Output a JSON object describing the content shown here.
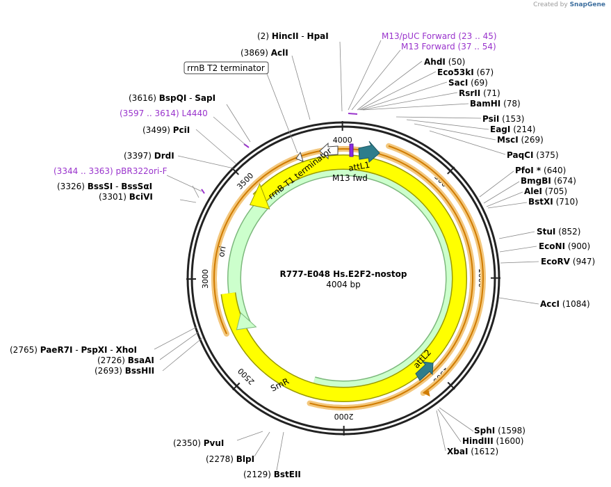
{
  "credit": {
    "prefix": "Created by",
    "brand": "SnapGene"
  },
  "map": {
    "title": "R777-E048 Hs.E2F2-nostop",
    "length_label": "4004 bp",
    "total_bp": 4004
  },
  "ticks": [
    "500",
    "1000",
    "1500",
    "2000",
    "2500",
    "3000",
    "3500",
    "4000"
  ],
  "features": [
    {
      "name": "attL1",
      "color": "#2e7d8c"
    },
    {
      "name": "M13 fwd",
      "color": "#8b2be2"
    },
    {
      "name": "attL2",
      "color": "#2e7d8c"
    },
    {
      "name": "SmR",
      "color": "#ccffcc"
    },
    {
      "name": "ori",
      "color": "#ffff00"
    },
    {
      "name": "rrnB T1 terminator",
      "color": "#ffffff"
    }
  ],
  "callout_box": "rrnB T2 terminator",
  "sites": [
    {
      "pre": "(2)",
      "name": "HincII",
      "post": "",
      "suffix": "HpaI",
      "kind": "enzyme"
    },
    {
      "pre": "(3869)",
      "name": "AclI",
      "post": "",
      "kind": "enzyme"
    },
    {
      "pre": "",
      "name": "M13/pUC Forward",
      "post": "(23 .. 45)",
      "kind": "primer"
    },
    {
      "pre": "",
      "name": "M13 Forward",
      "post": "(37 .. 54)",
      "kind": "primer"
    },
    {
      "pre": "",
      "name": "AhdI",
      "post": "(50)",
      "kind": "enzyme"
    },
    {
      "pre": "",
      "name": "Eco53kI",
      "post": "(67)",
      "kind": "enzyme"
    },
    {
      "pre": "",
      "name": "SacI",
      "post": "(69)",
      "kind": "enzyme"
    },
    {
      "pre": "",
      "name": "RsrII",
      "post": "(71)",
      "kind": "enzyme"
    },
    {
      "pre": "",
      "name": "BamHI",
      "post": "(78)",
      "kind": "enzyme"
    },
    {
      "pre": "",
      "name": "PsiI",
      "post": "(153)",
      "kind": "enzyme"
    },
    {
      "pre": "",
      "name": "EagI",
      "post": "(214)",
      "kind": "enzyme"
    },
    {
      "pre": "",
      "name": "MscI",
      "post": "(269)",
      "kind": "enzyme"
    },
    {
      "pre": "",
      "name": "PaqCI",
      "post": "(375)",
      "kind": "enzyme"
    },
    {
      "pre": "",
      "name": "PfoI *",
      "post": "(640)",
      "kind": "enzyme"
    },
    {
      "pre": "",
      "name": "BmgBI",
      "post": "(674)",
      "kind": "enzyme"
    },
    {
      "pre": "",
      "name": "AleI",
      "post": "(705)",
      "kind": "enzyme"
    },
    {
      "pre": "",
      "name": "BstXI",
      "post": "(710)",
      "kind": "enzyme"
    },
    {
      "pre": "",
      "name": "StuI",
      "post": "(852)",
      "kind": "enzyme"
    },
    {
      "pre": "",
      "name": "EcoNI",
      "post": "(900)",
      "kind": "enzyme"
    },
    {
      "pre": "",
      "name": "EcoRV",
      "post": "(947)",
      "kind": "enzyme"
    },
    {
      "pre": "",
      "name": "AccI",
      "post": "(1084)",
      "kind": "enzyme"
    },
    {
      "pre": "",
      "name": "SphI",
      "post": "(1598)",
      "kind": "enzyme"
    },
    {
      "pre": "",
      "name": "HindIII",
      "post": "(1600)",
      "kind": "enzyme"
    },
    {
      "pre": "",
      "name": "XbaI",
      "post": "(1612)",
      "kind": "enzyme"
    },
    {
      "pre": "(2129)",
      "name": "BstEII",
      "post": "",
      "kind": "enzyme"
    },
    {
      "pre": "(2278)",
      "name": "BlpI",
      "post": "",
      "kind": "enzyme"
    },
    {
      "pre": "(2350)",
      "name": "PvuI",
      "post": "",
      "kind": "enzyme"
    },
    {
      "pre": "(2693)",
      "name": "BssHII",
      "post": "",
      "kind": "enzyme"
    },
    {
      "pre": "(2726)",
      "name": "BsaAI",
      "post": "",
      "kind": "enzyme"
    },
    {
      "pre": "(2765)",
      "name": "PaeR7I",
      "post": "",
      "suffix": "PspXI",
      "suffix2": "XhoI",
      "kind": "enzyme"
    },
    {
      "pre": "(3301)",
      "name": "BciVI",
      "post": "",
      "kind": "enzyme"
    },
    {
      "pre": "(3326)",
      "name": "BssSI",
      "post": "",
      "suffix": "BssSαI",
      "kind": "enzyme"
    },
    {
      "pre": "(3344 .. 3363)",
      "name": "pBR322ori-F",
      "post": "",
      "kind": "primer"
    },
    {
      "pre": "(3397)",
      "name": "DrdI",
      "post": "",
      "kind": "enzyme"
    },
    {
      "pre": "(3499)",
      "name": "PciI",
      "post": "",
      "kind": "enzyme"
    },
    {
      "pre": "(3597 .. 3614)",
      "name": "L4440",
      "post": "",
      "kind": "primer"
    },
    {
      "pre": "(3616)",
      "name": "BspQI",
      "post": "",
      "suffix": "SapI",
      "kind": "enzyme"
    }
  ]
}
